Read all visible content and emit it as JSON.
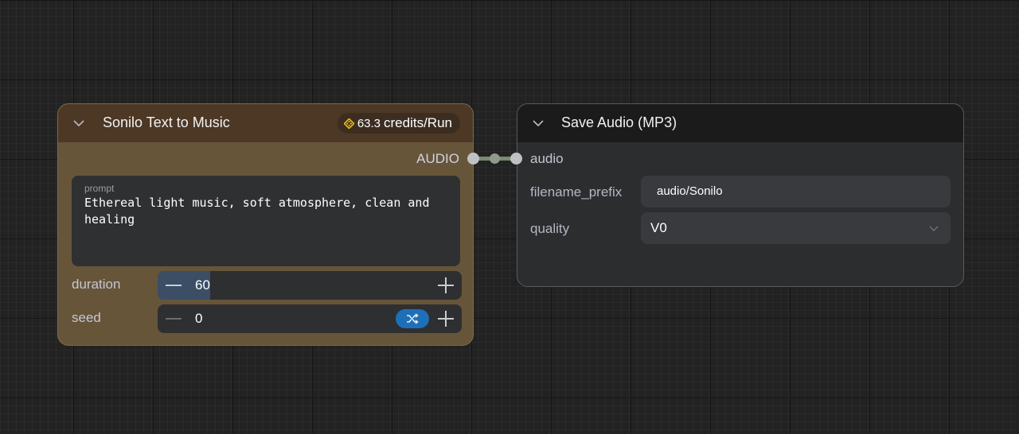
{
  "nodes": {
    "sonilo": {
      "title": "Sonilo Text to Music",
      "credits_value": "63.3",
      "credits_unit": "credits/Run",
      "output_label": "AUDIO",
      "prompt": {
        "label": "prompt",
        "value": "Ethereal light music, soft atmosphere, clean and\nhealing"
      },
      "duration": {
        "label": "duration",
        "value": "60",
        "fill_fraction": 0.17
      },
      "seed": {
        "label": "seed",
        "value": "0"
      }
    },
    "save_audio": {
      "title": "Save Audio (MP3)",
      "input_label": "audio",
      "filename_prefix": {
        "label": "filename_prefix",
        "value": "audio/Sonilo"
      },
      "quality": {
        "label": "quality",
        "value": "V0"
      }
    }
  },
  "colors": {
    "sonilo_body": "#67553a",
    "sonilo_header": "#4d3825",
    "save_body": "#2c2d2f",
    "accent_blue": "#1f6fb8",
    "credits_icon": "#f5c518"
  },
  "icons": [
    "chevron-down-icon",
    "credits-icon",
    "shuffle-icon",
    "plus-icon",
    "minus-icon"
  ]
}
